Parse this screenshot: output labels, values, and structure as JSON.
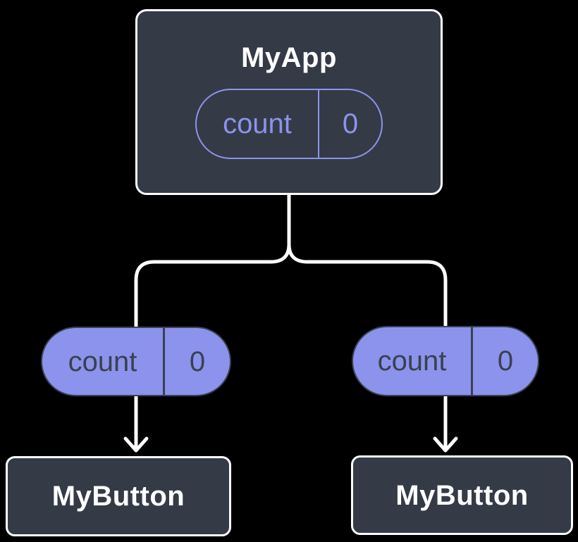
{
  "colors": {
    "background": "#000000",
    "node_fill": "#343B47",
    "node_border": "#FFFFFF",
    "title_text": "#FFFFFF",
    "accent_purple": "#8C93ED",
    "pill_dark": "#3A4150",
    "connector": "#FFFFFF"
  },
  "tree": {
    "root": {
      "title": "MyApp",
      "state_pill": {
        "name": "count",
        "value": "0"
      }
    },
    "children": [
      {
        "title": "MyButton",
        "prop_pill": {
          "name": "count",
          "value": "0"
        }
      },
      {
        "title": "MyButton",
        "prop_pill": {
          "name": "count",
          "value": "0"
        }
      }
    ]
  }
}
